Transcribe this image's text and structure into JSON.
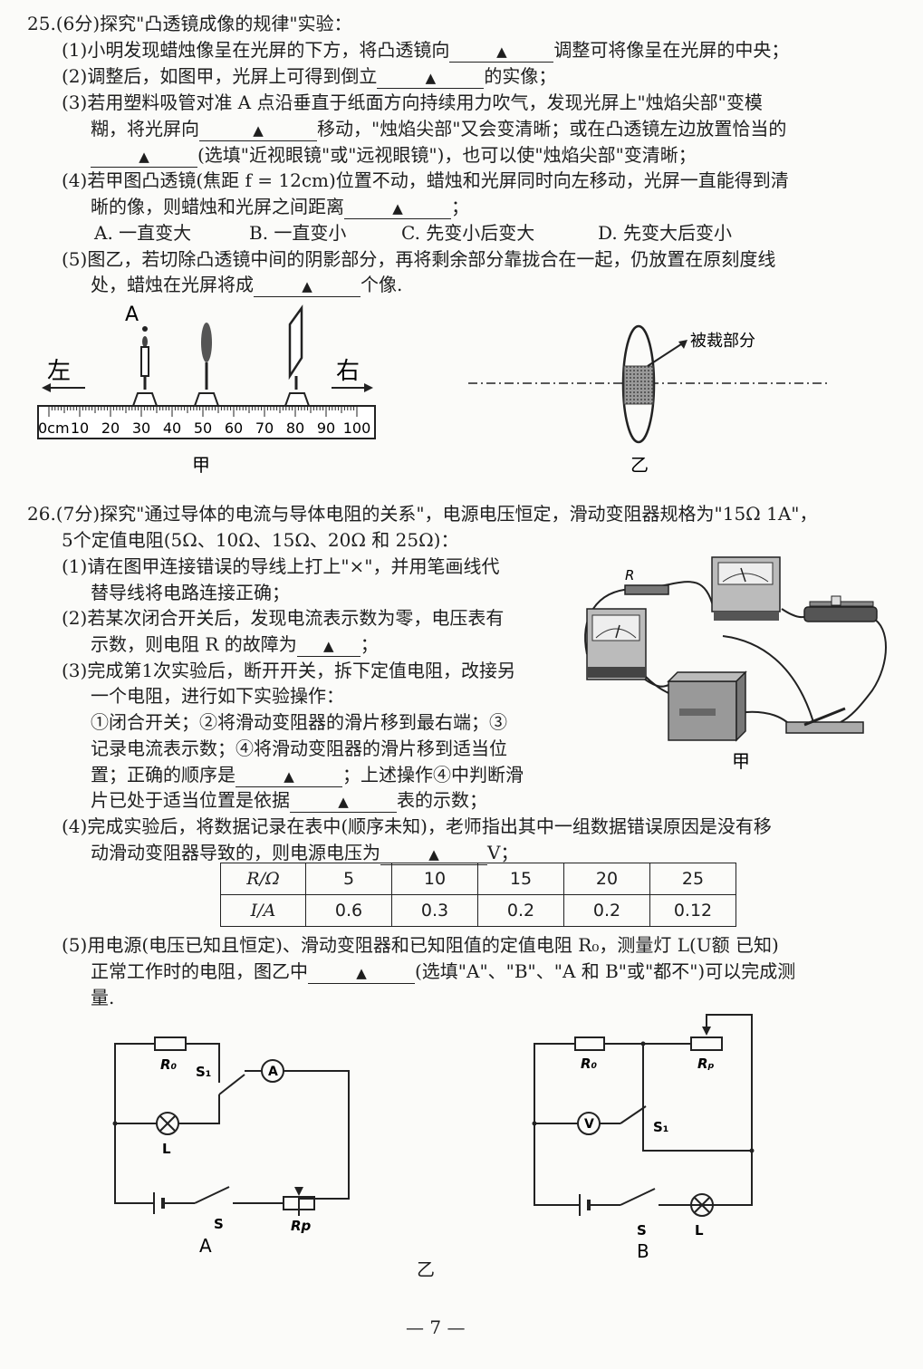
{
  "q25": {
    "head": "25.(6分)探究\"凸透镜成像的规律\"实验：",
    "p1a": "(1)小明发现蜡烛像呈在光屏的下方，将凸透镜向",
    "p1b": "调整可将像呈在光屏的中央；",
    "p2a": "(2)调整后，如图甲，光屏上可得到倒立",
    "p2b": "的实像；",
    "p3a": "(3)若用塑料吸管对准 A 点沿垂直于纸面方向持续用力吹气，发现光屏上\"烛焰尖部\"变模",
    "p3b1": "糊，将光屏向",
    "p3b2": "移动，\"烛焰尖部\"又会变清晰；或在凸透镜左边放置恰当的",
    "p3c": "(选填\"近视眼镜\"或\"远视眼镜\")，也可以使\"烛焰尖部\"变清晰；",
    "p4a": "(4)若甲图凸透镜(焦距 f = 12cm)位置不动，蜡烛和光屏同时向左移动，光屏一直能得到清",
    "p4b": "晰的像，则蜡烛和光屏之间距离",
    "p4b_end": "；",
    "opts": [
      "A. 一直变大",
      "B. 一直变小",
      "C. 先变小后变大",
      "D. 先变大后变小"
    ],
    "p5a": "(5)图乙，若切除凸透镜中间的阴影部分，再将剩余部分靠拢合在一起，仍放置在原刻度线",
    "p5b": "处，蜡烛在光屏将成",
    "p5b_end": "个像.",
    "blank": "▲",
    "fig_a": {
      "point_label": "A",
      "left": "左",
      "right": "右",
      "ticks": [
        "0cm",
        "10",
        "20",
        "30",
        "40",
        "50",
        "60",
        "70",
        "80",
        "90",
        "100"
      ],
      "caption": "甲"
    },
    "fig_b": {
      "cut_label": "被裁部分",
      "caption": "乙"
    }
  },
  "q26": {
    "head": "26.(7分)探究\"通过导体的电流与导体电阻的关系\"，电源电压恒定，滑动变阻器规格为\"15Ω 1A\"，",
    "head2": "5个定值电阻(5Ω、10Ω、15Ω、20Ω 和 25Ω)：",
    "p1a": "(1)请在图甲连接错误的导线上打上\"×\"，并用笔画线代",
    "p1b": "替导线将电路连接正确；",
    "p2a": "(2)若某次闭合开关后，发现电流表示数为零，电压表有",
    "p2b": "示数，则电阻 R 的故障为",
    "p2b_end": "；",
    "p3a": "(3)完成第1次实验后，断开开关，拆下定值电阻，改接另",
    "p3b": "一个电阻，进行如下实验操作：",
    "p3c": "①闭合开关；②将滑动变阻器的滑片移到最右端；③",
    "p3d": "记录电流表示数；④将滑动变阻器的滑片移到适当位",
    "p3e1": "置；正确的顺序是",
    "p3e2": "；上述操作④中判断滑",
    "p3f1": "片已处于适当位置是依据",
    "p3f2": "表的示数；",
    "p4a": "(4)完成实验后，将数据记录在表中(顺序未知)，老师指出其中一组数据错误原因是没有移",
    "p4b": "动滑动变阻器导致的，则电源电压为",
    "p4b_end": "V；",
    "table": {
      "row1_head": "R/Ω",
      "row1": [
        "5",
        "10",
        "15",
        "20",
        "25"
      ],
      "row2_head": "I/A",
      "row2": [
        "0.6",
        "0.3",
        "0.2",
        "0.2",
        "0.12"
      ]
    },
    "p5a": "(5)用电源(电压已知且恒定)、滑动变阻器和已知阻值的定值电阻 R₀，测量灯 L(U额 已知)",
    "p5b1": "正常工作时的电阻，图乙中",
    "p5b2": "(选填\"A\"、\"B\"、\"A 和 B\"或\"都不\")可以完成测",
    "p5c": "量.",
    "fig_jia": {
      "r_label": "R",
      "caption": "甲"
    },
    "circuit_a": {
      "r0": "R₀",
      "s1": "S₁",
      "ammeter": "A",
      "lamp": "L",
      "switch": "S",
      "rp": "Rp",
      "caption": "A"
    },
    "circuit_b": {
      "r0": "R₀",
      "rp": "Rₚ",
      "voltmeter": "V",
      "s1": "S₁",
      "switch": "S",
      "lamp": "L",
      "caption": "B"
    },
    "caption_yi": "乙"
  },
  "page_number": "— 7 —"
}
